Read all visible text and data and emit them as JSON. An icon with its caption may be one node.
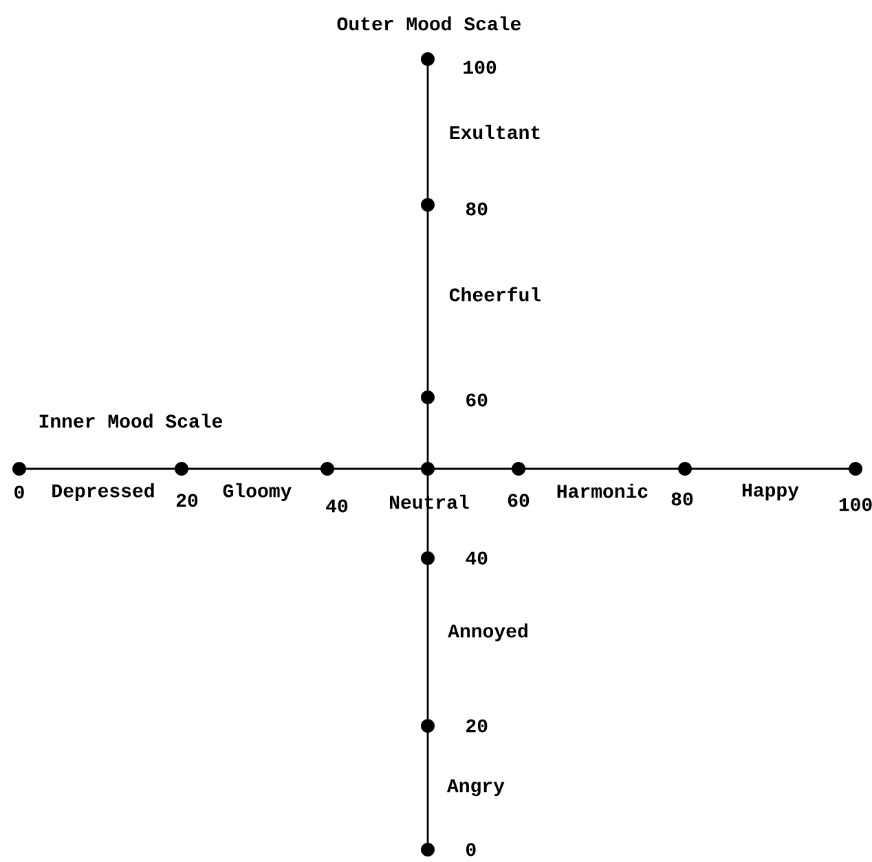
{
  "diagram": {
    "nodes": [
      {
        "text": [],
        "shape": "circle",
        "beside": [
          "100"
        ]
      },
      {
        "text": [],
        "shape": "circle",
        "beside": [
          "80"
        ]
      },
      {
        "text": [],
        "shape": "circle",
        "beside": [
          "60"
        ]
      },
      {
        "text": [],
        "shape": "circle",
        "beside": [
          "0"
        ]
      },
      {
        "text": [],
        "shape": "circle",
        "beside": [
          "20"
        ]
      },
      {
        "text": [],
        "shape": "circle",
        "beside": [
          "40"
        ]
      },
      {
        "text": [],
        "shape": "circle",
        "beside": [
          "Neutral"
        ]
      },
      {
        "text": [],
        "shape": "circle",
        "beside": [
          "60"
        ]
      },
      {
        "text": [],
        "shape": "circle",
        "beside": [
          "80"
        ]
      },
      {
        "text": [],
        "shape": "circle",
        "beside": [
          "100"
        ]
      },
      {
        "text": [],
        "shape": "circle",
        "beside": [
          "40"
        ]
      },
      {
        "text": [],
        "shape": "circle",
        "beside": [
          "20"
        ]
      },
      {
        "text": [],
        "shape": "circle",
        "beside": [
          "0"
        ]
      }
    ],
    "edges": [
      {
        "from": 0,
        "to": 1,
        "arrow": "none"
      },
      {
        "from": 1,
        "to": 2,
        "arrow": "none"
      },
      {
        "from": 2,
        "to": 6,
        "arrow": "none"
      },
      {
        "from": 6,
        "to": 10,
        "arrow": "none"
      },
      {
        "from": 10,
        "to": 11,
        "arrow": "none"
      },
      {
        "from": 11,
        "to": 12,
        "arrow": "none"
      },
      {
        "from": 3,
        "to": 4,
        "arrow": "none"
      },
      {
        "from": 4,
        "to": 5,
        "arrow": "none"
      },
      {
        "from": 5,
        "to": 6,
        "arrow": "none"
      },
      {
        "from": 6,
        "to": 7,
        "arrow": "none"
      },
      {
        "from": 7,
        "to": 8,
        "arrow": "none"
      },
      {
        "from": 8,
        "to": 9,
        "arrow": "none"
      }
    ],
    "labels": [
      "Outer Mood Scale",
      "Exultant",
      "Cheerful",
      "Inner Mood Scale",
      "Depressed",
      "Gloomy",
      "Harmonic",
      "Happy",
      "Annoyed",
      "Angry"
    ]
  }
}
